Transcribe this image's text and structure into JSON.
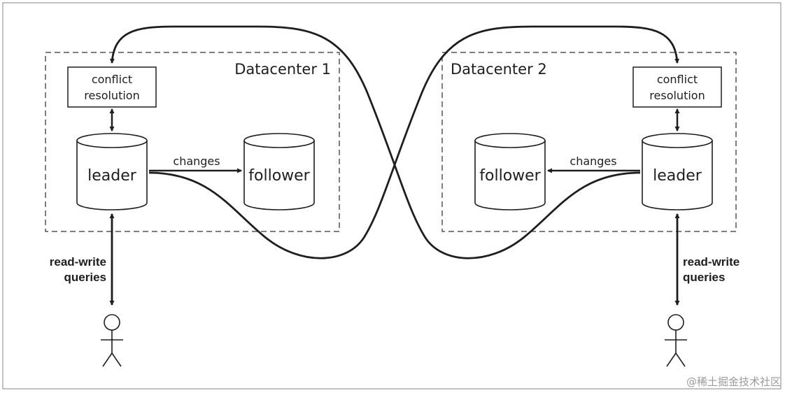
{
  "datacenters": [
    {
      "title": "Datacenter 1",
      "conflict_line1": "conflict",
      "conflict_line2": "resolution",
      "leader": "leader",
      "follower": "follower",
      "changes": "changes",
      "rw_line1": "read-write",
      "rw_line2": "queries"
    },
    {
      "title": "Datacenter 2",
      "conflict_line1": "conflict",
      "conflict_line2": "resolution",
      "leader": "leader",
      "follower": "follower",
      "changes": "changes",
      "rw_line1": "read-write",
      "rw_line2": "queries"
    }
  ],
  "watermark": "@稀土掘金技术社区",
  "colors": {
    "stroke": "#1e1e1e",
    "frame": "#9a9a9a",
    "dash": "#555555"
  }
}
